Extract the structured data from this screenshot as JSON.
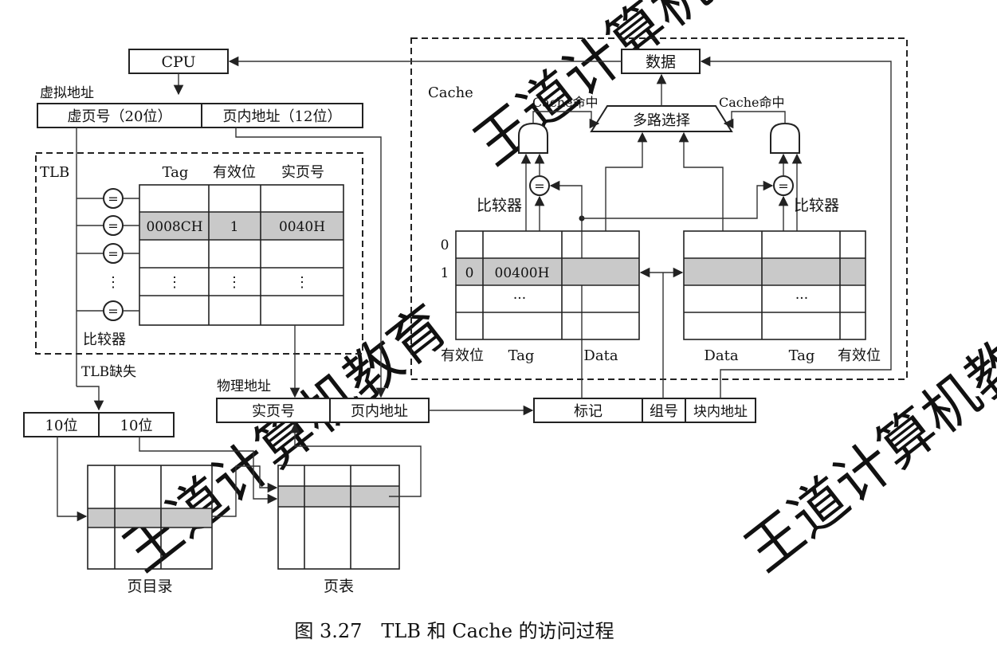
{
  "caption": "图 3.27　TLB 和 Cache 的访问过程",
  "watermark": "王道计算机教育",
  "cpu": "CPU",
  "virtual_address": {
    "title": "虚拟地址",
    "vpn": "虚页号（20位）",
    "offset": "页内地址（12位）"
  },
  "tlb": {
    "title": "TLB",
    "headers": [
      "Tag",
      "有效位",
      "实页号"
    ],
    "row": [
      "0008CH",
      "1",
      "0040H"
    ],
    "dots": "⋮",
    "comparator_symbol": "=",
    "comparator_label": "比较器",
    "miss": "TLB缺失"
  },
  "physical_address": {
    "title": "物理地址",
    "ppn": "实页号",
    "offset": "页内地址"
  },
  "cache_address": {
    "tag": "标记",
    "set": "组号",
    "block_offset": "块内地址"
  },
  "page_walk": {
    "field1": "10位",
    "field2": "10位",
    "directory": "页目录",
    "table": "页表"
  },
  "cache": {
    "title": "Cache",
    "data_out": "数据",
    "mux": "多路选择",
    "hit_left": "Cache命中",
    "hit_right": "Cache命中",
    "comparator_left": "比较器",
    "comparator_right": "比较器",
    "left_rows": [
      "0",
      "1"
    ],
    "left_valid": "0",
    "left_tag": "00400H",
    "dots": "···",
    "left_cols": [
      "有效位",
      "Tag",
      "Data"
    ],
    "right_cols": [
      "Data",
      "Tag",
      "有效位"
    ]
  }
}
